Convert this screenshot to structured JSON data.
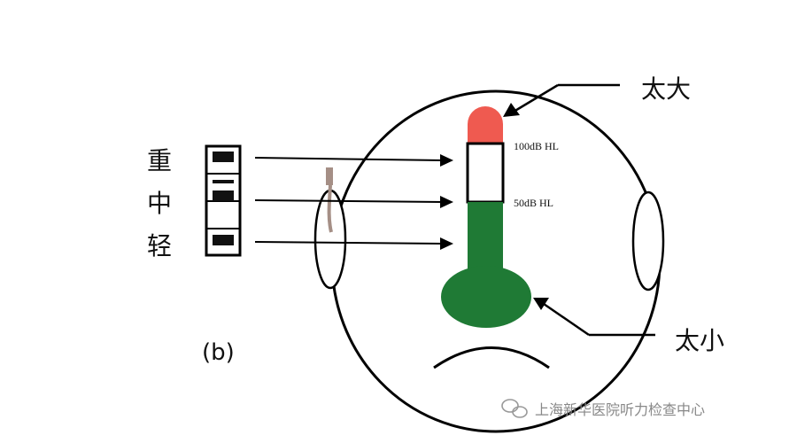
{
  "labels": {
    "too_loud": "太大",
    "too_soft": "太小",
    "severe": "重",
    "medium": "中",
    "mild": "轻",
    "db_100": "100dB HL",
    "db_50": "50dB HL",
    "panel": "(b)"
  },
  "watermark": "上海新华医院听力检查中心",
  "colors": {
    "red_zone": "#ef5a50",
    "green_zone": "#1f7a35",
    "outline": "#000000"
  }
}
